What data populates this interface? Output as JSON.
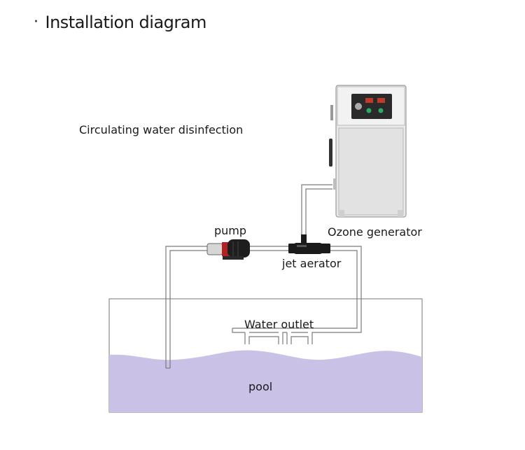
{
  "heading": {
    "bullet": "·",
    "title": "Installation diagram"
  },
  "labels": {
    "circulating": "Circulating water disinfection",
    "pump": "pump",
    "ozone_generator": "Ozone generator",
    "jet_aerator": "jet aerator",
    "water_outlet": "Water outlet",
    "pool": "pool"
  },
  "colors": {
    "water": "#c9c2e6",
    "pipe": "#7a7a7a",
    "tank_outline": "#8c8c8c",
    "generator_body": "#e9e9e9",
    "panel": "#2a2a2a",
    "pump_body": "#1e1e1e",
    "aerator": "#1a1a1a"
  }
}
